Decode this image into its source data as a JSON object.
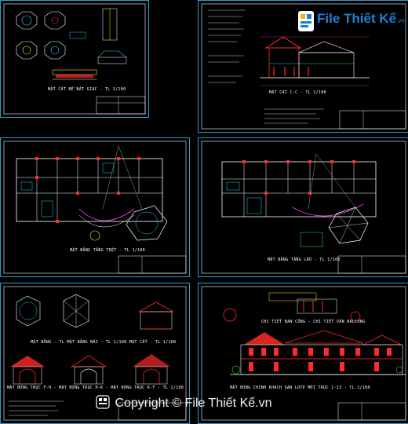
{
  "watermark": {
    "brand": "File Thiết Kế",
    "domain": ".vn",
    "copyright": "Copyright © File Thiết Kế.vn"
  },
  "sheets": {
    "details": {
      "title": "MẶT CẮT BỂ BÁT GIÁC - TL 1/100"
    },
    "section_cc": {
      "title": "MẶT CẮT C-C  -  TL 1/100"
    },
    "ground_plan": {
      "title": "MẶT BẰNG TẦNG TRỆT  -  TL 1/100"
    },
    "upper_plan": {
      "title": "MẶT BẰNG TẦNG LẦU  -  TL 1/100"
    },
    "gazebo": {
      "title_top": "MẶT BẰNG - TL   MẶT BẰNG MÁI - TL 1/100   MẶT CẮT - TL 1/100",
      "title_bottom": "MẶT ĐỨNG TRỤC F-H  -  MẶT ĐỨNG TRỤC H-K  -  MẶT ĐỨNG TRỤC K-F  -  TL 1/100"
    },
    "elevation": {
      "detail_title": "CHI TIẾT BAN CÔNG - CHI TIẾT VÁN BALCONG",
      "title": "MẶT ĐỨNG CHÍNH KHÁCH SẠN LOTP MỚI TRỤC 1-13  -  TL 1/100"
    }
  },
  "colors": {
    "border": "#2a9cd0",
    "line": "#ffffff",
    "red": "#ff2a2a",
    "cyan": "#19d6f0",
    "yellow": "#ffe600",
    "magenta": "#ff3cff",
    "green": "#35e835",
    "brand": "#1a7fd6"
  },
  "icons": [
    "logo-mark-icon",
    "copyright-mark-icon"
  ]
}
